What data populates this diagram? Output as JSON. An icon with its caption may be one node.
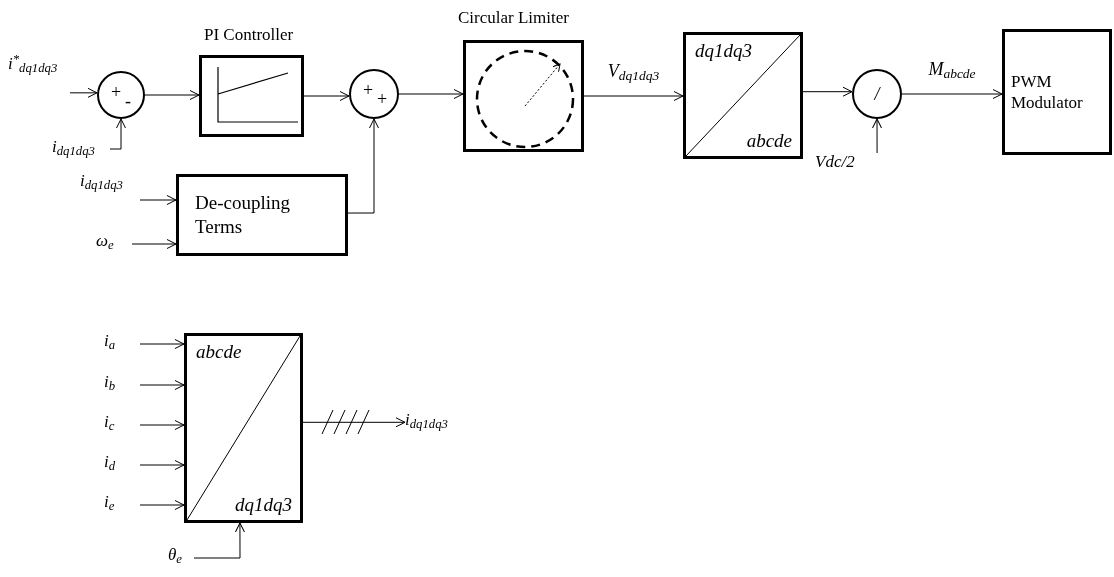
{
  "diagram": {
    "nodes": [
      {
        "text": [
          "i$^{*}$$_{dq1dq3}$"
        ]
      },
      {
        "text": [
          "+",
          "-"
        ]
      },
      {
        "text": [
          "i$_{dq1dq3}$"
        ]
      },
      {
        "text": [
          "PI Controller"
        ]
      },
      {
        "text": [
          "+",
          "+"
        ]
      },
      {
        "text": [
          "i$_{dq1dq3}$"
        ]
      },
      {
        "text": [
          "ω$_{e}$"
        ]
      },
      {
        "text": [
          "De-coupling Terms"
        ]
      },
      {
        "text": [
          "Circular Limiter"
        ]
      },
      {
        "text": [
          "dq1dq3",
          "abcde"
        ]
      },
      {
        "text": [
          "/"
        ]
      },
      {
        "text": [
          "Vdc/2"
        ]
      },
      {
        "text": [
          "PWM Modulator"
        ]
      },
      {
        "text": [
          "i$_{a}$"
        ]
      },
      {
        "text": [
          "i$_{b}$"
        ]
      },
      {
        "text": [
          "i$_{c}$"
        ]
      },
      {
        "text": [
          "i$_{d}$"
        ]
      },
      {
        "text": [
          "i$_{e}$"
        ]
      },
      {
        "text": [
          "abcde",
          "dq1dq3"
        ]
      },
      {
        "text": [
          "θ$_{e}$"
        ]
      },
      {
        "text": [
          "i$_{dq1dq3}$"
        ]
      }
    ],
    "edges": [
      {
        "from": 0,
        "to": 1,
        "arrow": "to"
      },
      {
        "from": 2,
        "to": 1,
        "arrow": "to"
      },
      {
        "from": 1,
        "to": 3,
        "arrow": "to"
      },
      {
        "from": 3,
        "to": 4,
        "arrow": "to"
      },
      {
        "from": 5,
        "to": 7,
        "arrow": "to"
      },
      {
        "from": 6,
        "to": 7,
        "arrow": "to"
      },
      {
        "from": 7,
        "to": 4,
        "arrow": "to"
      },
      {
        "from": 4,
        "to": 8,
        "arrow": "to"
      },
      {
        "from": 8,
        "to": 9,
        "arrow": "to",
        "label": "V$_{dq1dq3}$"
      },
      {
        "from": 9,
        "to": 10,
        "arrow": "to"
      },
      {
        "from": 11,
        "to": 10,
        "arrow": "to"
      },
      {
        "from": 10,
        "to": 12,
        "arrow": "to",
        "label": "M$_{abcde}$"
      },
      {
        "from": 13,
        "to": 18,
        "arrow": "to"
      },
      {
        "from": 14,
        "to": 18,
        "arrow": "to"
      },
      {
        "from": 15,
        "to": 18,
        "arrow": "to"
      },
      {
        "from": 16,
        "to": 18,
        "arrow": "to"
      },
      {
        "from": 17,
        "to": 18,
        "arrow": "to"
      },
      {
        "from": 19,
        "to": 18,
        "arrow": "to"
      },
      {
        "from": 18,
        "to": 20,
        "arrow": "to"
      }
    ]
  }
}
